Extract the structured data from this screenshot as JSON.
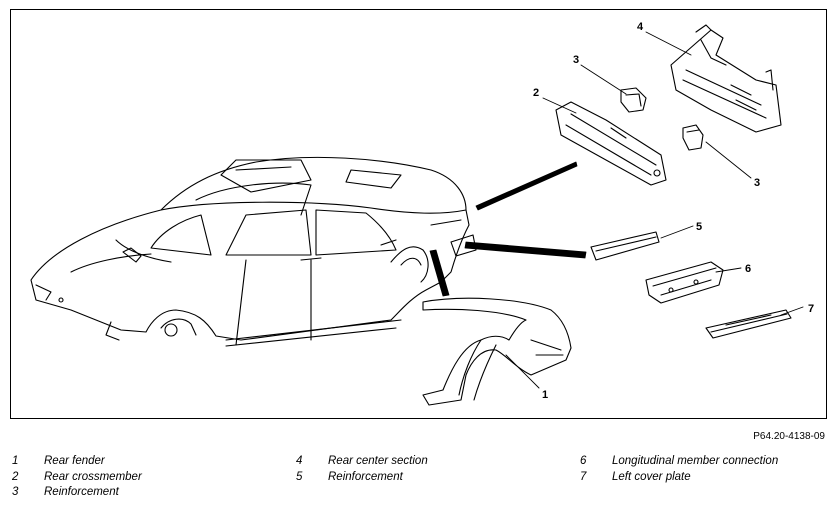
{
  "figure": {
    "reference_code": "P64.20-4138-09",
    "callouts": [
      "1",
      "2",
      "3",
      "3",
      "4",
      "5",
      "6",
      "7"
    ]
  },
  "legend": [
    {
      "num": "1",
      "label": "Rear fender"
    },
    {
      "num": "2",
      "label": "Rear crossmember"
    },
    {
      "num": "3",
      "label": "Reinforcement"
    },
    {
      "num": "4",
      "label": "Rear center section"
    },
    {
      "num": "5",
      "label": "Reinforcement"
    },
    {
      "num": "6",
      "label": "Longitudinal member connection"
    },
    {
      "num": "7",
      "label": "Left cover plate"
    }
  ]
}
